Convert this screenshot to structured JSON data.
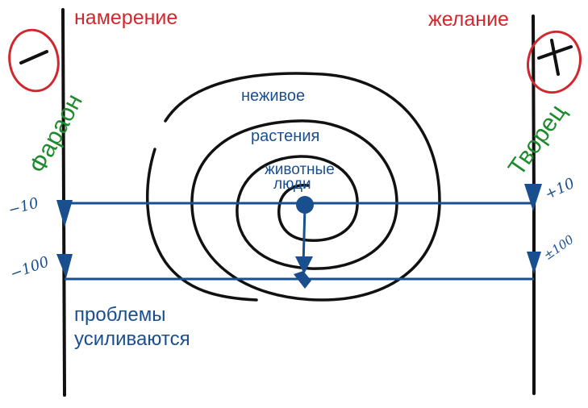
{
  "labels": {
    "intention": "намерение",
    "desire": "желание",
    "pharaoh": "Фараон",
    "creator": "Творец",
    "minus_sign": "−",
    "plus_sign": "+",
    "minus_10": "−10",
    "minus_100": "−100",
    "plus_10": "+10",
    "plus_100": "±100",
    "inanimate": "неживое",
    "plants": "растения",
    "animals": "животные",
    "people": "люди",
    "problems_line1": "проблемы",
    "problems_line2": "усиливаются"
  },
  "colors": {
    "red": "#d0282e",
    "green": "#1f8a2e",
    "blue": "#1a4f8f",
    "black": "#111111"
  }
}
